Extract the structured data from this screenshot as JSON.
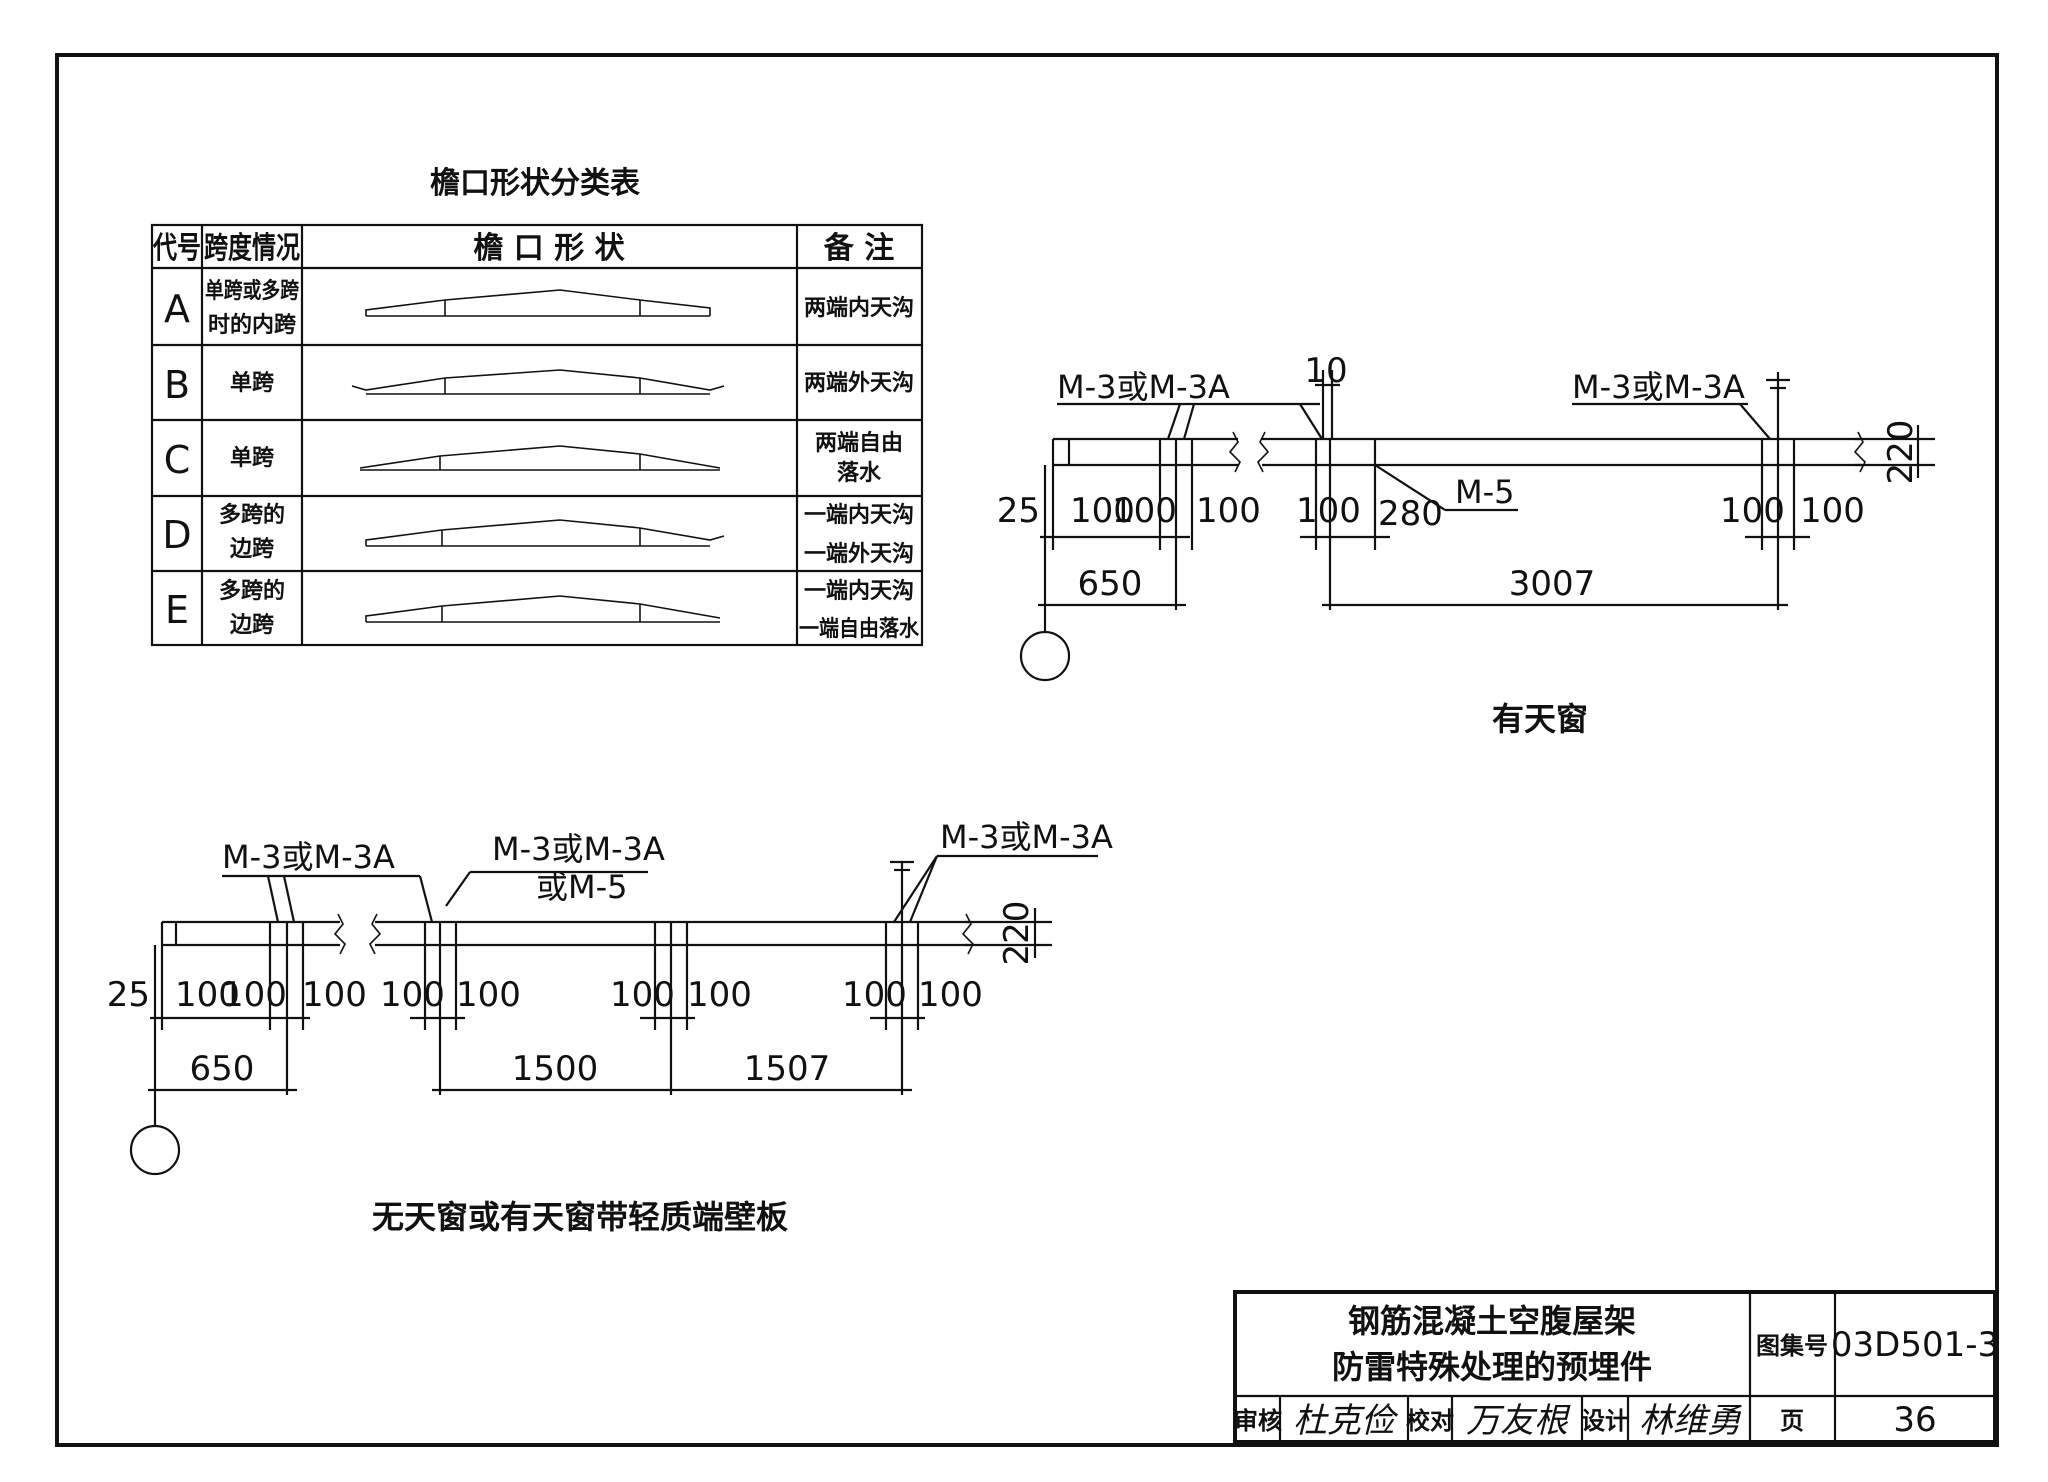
{
  "table": {
    "title": "檐口形状分类表",
    "headers": [
      "代号",
      "跨度情况",
      "檐 口 形 状",
      "备 注"
    ],
    "rows": [
      {
        "code": "A",
        "span": [
          "单跨或多跨",
          "时的内跨"
        ],
        "note": [
          "两端内天沟"
        ]
      },
      {
        "code": "B",
        "span": [
          "单跨"
        ],
        "note": [
          "两端外天沟"
        ]
      },
      {
        "code": "C",
        "span": [
          "单跨"
        ],
        "note": [
          "两端自由",
          "落水"
        ]
      },
      {
        "code": "D",
        "span": [
          "多跨的",
          "边跨"
        ],
        "note": [
          "一端内天沟",
          "一端外天沟"
        ]
      },
      {
        "code": "E",
        "span": [
          "多跨的",
          "边跨"
        ],
        "note": [
          "一端内天沟",
          "一端自由落水"
        ]
      }
    ]
  },
  "top_drawing": {
    "caption": "有天窗",
    "labels": {
      "left": "M-3或M-3A",
      "right": "M-3或M-3A",
      "mid": "M-5"
    },
    "dims": {
      "d25": "25",
      "d100a": "100",
      "d100b": "100",
      "d100c": "100",
      "d100d": "100",
      "d280": "280",
      "d100e": "100",
      "d100f": "100",
      "d10": "10",
      "d220": "220",
      "d650": "650",
      "d3007": "3007"
    }
  },
  "bottom_drawing": {
    "caption": "无天窗或有天窗带轻质端壁板",
    "labels": {
      "left": "M-3或M-3A",
      "mid1": "M-3或M-3A",
      "mid2": "或M-5",
      "right": "M-3或M-3A"
    },
    "dims": {
      "d25": "25",
      "d100a": "100",
      "d100b": "100",
      "d100c": "100",
      "d100d": "100",
      "d100e": "100",
      "d100f": "100",
      "d100g": "100",
      "d100h": "100",
      "d100i": "100",
      "d220": "220",
      "d650": "650",
      "d1500": "1500",
      "d1507": "1507"
    }
  },
  "title_block": {
    "title1": "钢筋混凝土空腹屋架",
    "title2": "防雷特殊处理的预埋件",
    "atlas_label": "图集号",
    "atlas_no": "03D501-3",
    "page_label": "页",
    "page_no": "36",
    "review_label": "审核",
    "review_sig": "杜克俭",
    "check_label": "校对",
    "check_sig": "万友根",
    "design_label": "设计",
    "design_sig": "林维勇"
  }
}
